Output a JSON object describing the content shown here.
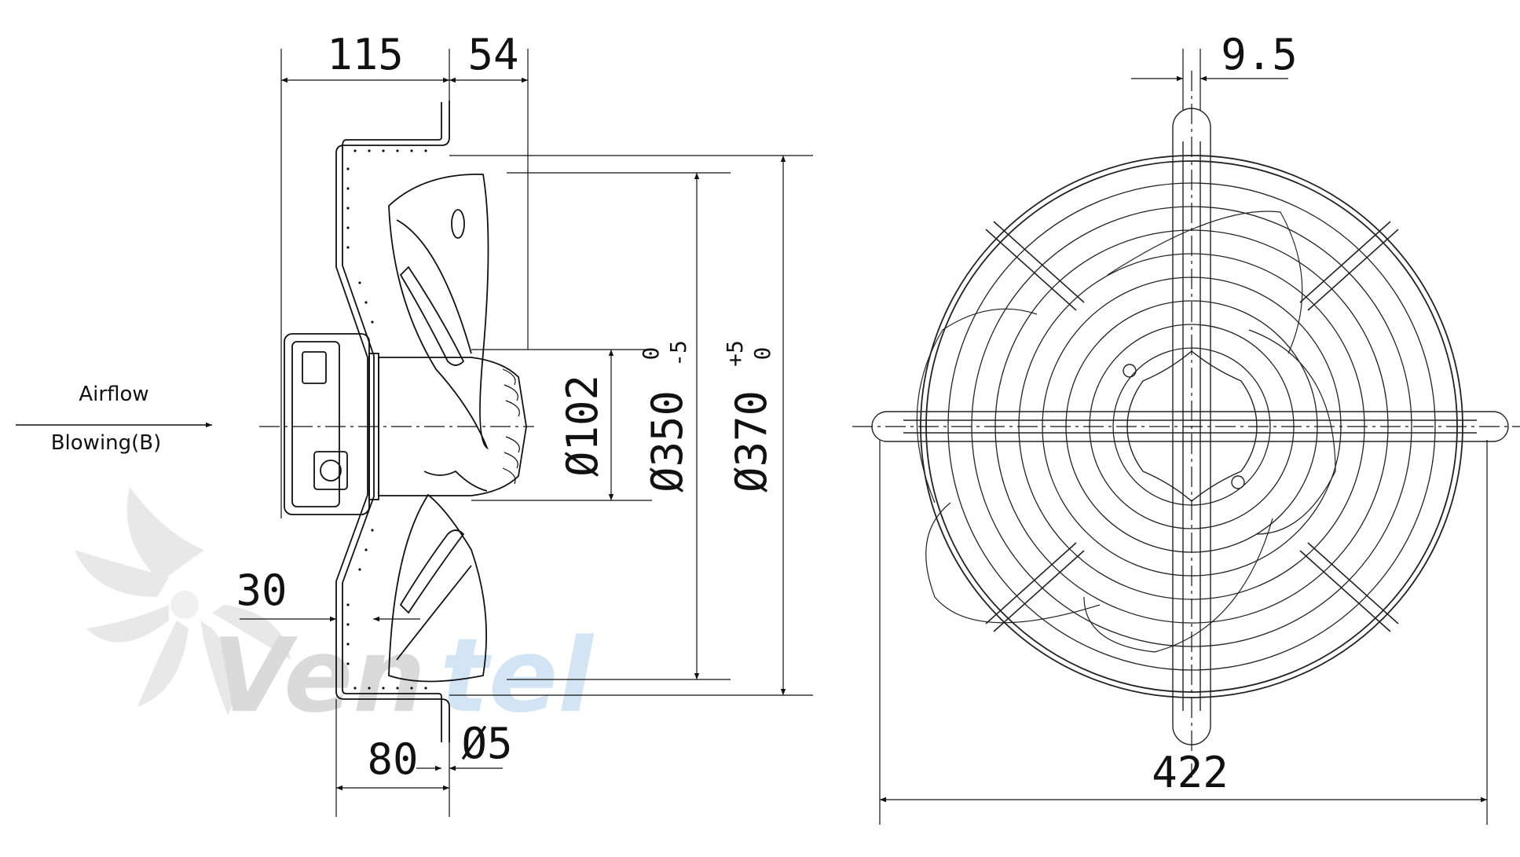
{
  "side_view": {
    "dim_115": "115",
    "dim_54": "54",
    "dim_30": "30",
    "dim_80": "80",
    "dim_hole": "Ø5",
    "dia_102": "Ø102",
    "dia_350": "Ø350",
    "dia_350_tol_upper": "0",
    "dia_350_tol_lower": "-5",
    "dia_370": "Ø370",
    "dia_370_tol_upper": "+5",
    "dia_370_tol_lower": "0"
  },
  "airflow": {
    "label": "Airflow",
    "mode": "Blowing(B)"
  },
  "front_view": {
    "dim_9_5": "9.5",
    "dim_422": "422"
  },
  "watermark": {
    "part_a": "Ven",
    "part_b": "tel",
    "color_a": "#d6d6d6",
    "color_b": "#cfe3f5"
  }
}
